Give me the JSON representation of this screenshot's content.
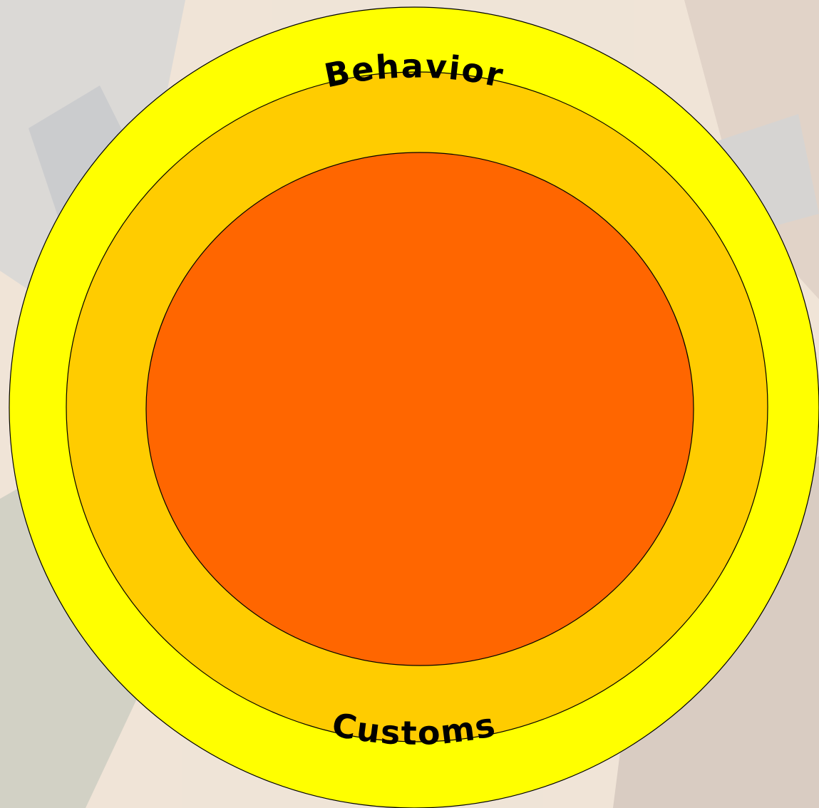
{
  "diagram": {
    "type": "concentric-circles",
    "colors": {
      "background": "#efe3d6",
      "outer_ring": "#ffff00",
      "middle_ring": "#ffcc00",
      "inner_core": "#ff6600",
      "outline": "#000000"
    },
    "rings": [
      {
        "top_label": "Behavior",
        "bottom_label": "Customs"
      },
      {
        "top_label": "",
        "bottom_label": ""
      },
      {
        "top_label": "",
        "bottom_label": ""
      }
    ]
  }
}
